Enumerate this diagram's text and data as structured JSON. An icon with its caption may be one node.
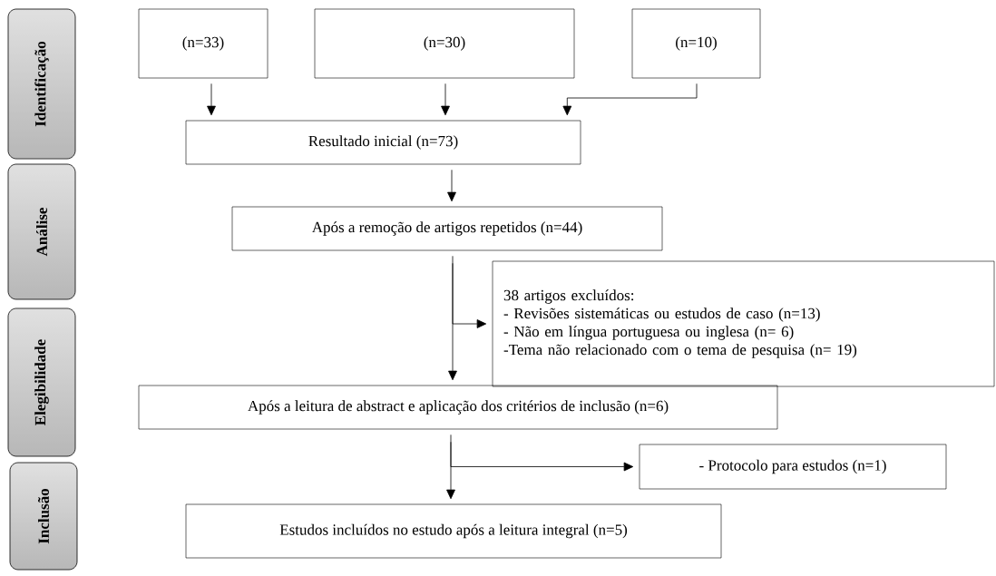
{
  "diagram": {
    "nodes": [
      {
        "text": [
          "Identificação"
        ]
      },
      {
        "text": [
          "Análise"
        ]
      },
      {
        "text": [
          "Elegibilidade"
        ]
      },
      {
        "text": [
          "Inclusão"
        ]
      },
      {
        "text": [
          "(n=33)"
        ]
      },
      {
        "text": [
          "(n=30)"
        ]
      },
      {
        "text": [
          "(n=10)"
        ]
      },
      {
        "text": [
          "Resultado inicial (n=73)"
        ]
      },
      {
        "text": [
          "Após a remoção de artigos repetidos (n=44)"
        ]
      },
      {
        "text": [
          "38 artigos excluídos:",
          "- Revisões sistemáticas ou estudos de caso (n=13)",
          "- Não em língua portuguesa ou inglesa (n= 6)",
          "-Tema não relacionado com o tema de pesquisa (n= 19)"
        ]
      },
      {
        "text": [
          "Após a leitura de abstract e aplicação dos critérios de inclusão (n=6)"
        ]
      },
      {
        "text": [
          "- Protocolo para estudos (n=1)"
        ]
      },
      {
        "text": [
          "Estudos incluídos no estudo após a leitura integral (n=5)"
        ]
      }
    ],
    "edges": [
      {
        "from": 4,
        "to": 7,
        "arrow": "to"
      },
      {
        "from": 5,
        "to": 7,
        "arrow": "to"
      },
      {
        "from": 6,
        "to": 7,
        "arrow": "to"
      },
      {
        "from": 7,
        "to": 8,
        "arrow": "to"
      },
      {
        "from": 8,
        "to": 10,
        "arrow": "to"
      },
      {
        "from": 8,
        "to": 9,
        "arrow": "to"
      },
      {
        "from": 10,
        "to": 12,
        "arrow": "to"
      },
      {
        "from": 10,
        "to": 11,
        "arrow": "to"
      }
    ]
  }
}
